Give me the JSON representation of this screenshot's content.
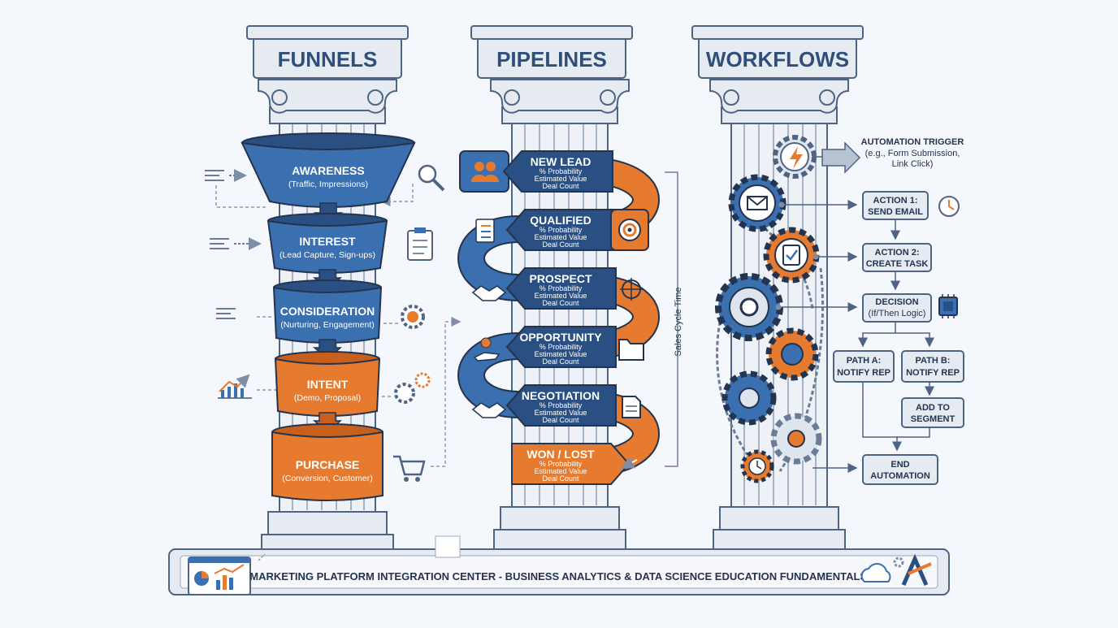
{
  "pillars": {
    "funnels": "FUNNELS",
    "pipelines": "PIPELINES",
    "workflows": "WORKFLOWS"
  },
  "funnel": [
    {
      "name": "AWARENESS",
      "sub": "(Traffic, Impressions)"
    },
    {
      "name": "INTEREST",
      "sub": "(Lead Capture, Sign-ups)"
    },
    {
      "name": "CONSIDERATION",
      "sub": "(Nurturing, Engagement)"
    },
    {
      "name": "INTENT",
      "sub": "(Demo, Proposal)"
    },
    {
      "name": "PURCHASE",
      "sub": "(Conversion, Customer)"
    }
  ],
  "pipeline": [
    {
      "name": "NEW LEAD",
      "l1": "% Probability",
      "l2": "Estimated Value",
      "l3": "Deal Count"
    },
    {
      "name": "QUALIFIED",
      "l1": "% Probability",
      "l2": "Estimated Value",
      "l3": "Deal Count"
    },
    {
      "name": "PROSPECT",
      "l1": "% Probability",
      "l2": "Estimated Value",
      "l3": "Deal Count"
    },
    {
      "name": "OPPORTUNITY",
      "l1": "% Probability",
      "l2": "Estimated Value",
      "l3": "Deal Count"
    },
    {
      "name": "NEGOTIATION",
      "l1": "% Probability",
      "l2": "Estimated Value",
      "l3": "Deal Count"
    },
    {
      "name": "WON / LOST",
      "l1": "% Probability",
      "l2": "Estimated Value",
      "l3": "Deal Count"
    }
  ],
  "sales_cycle": "Sales Cycle Time",
  "workflow": {
    "trigger_title": "AUTOMATION TRIGGER",
    "trigger_sub1": "(e.g., Form Submission,",
    "trigger_sub2": "Link Click)",
    "action1_a": "ACTION 1:",
    "action1_b": "SEND EMAIL",
    "action2_a": "ACTION 2:",
    "action2_b": "CREATE TASK",
    "decision_a": "DECISION",
    "decision_b": "(If/Then Logic)",
    "path_a1": "PATH A:",
    "path_a2": "NOTIFY REP",
    "path_b1": "PATH B:",
    "path_b2": "NOTIFY REP",
    "add_a": "ADD TO",
    "add_b": "SEGMENT",
    "end_a": "END",
    "end_b": "AUTOMATION"
  },
  "footer": "MARKETING PLATFORM INTEGRATION CENTER - BUSINESS ANALYTICS & DATA SCIENCE EDUCATION FUNDAMENTALS.",
  "colors": {
    "blue": "#3a6fb0",
    "dark_blue": "#2a4f82",
    "orange": "#e67a2e",
    "stone": "#e6ebf2",
    "outline": "#4e6482"
  }
}
